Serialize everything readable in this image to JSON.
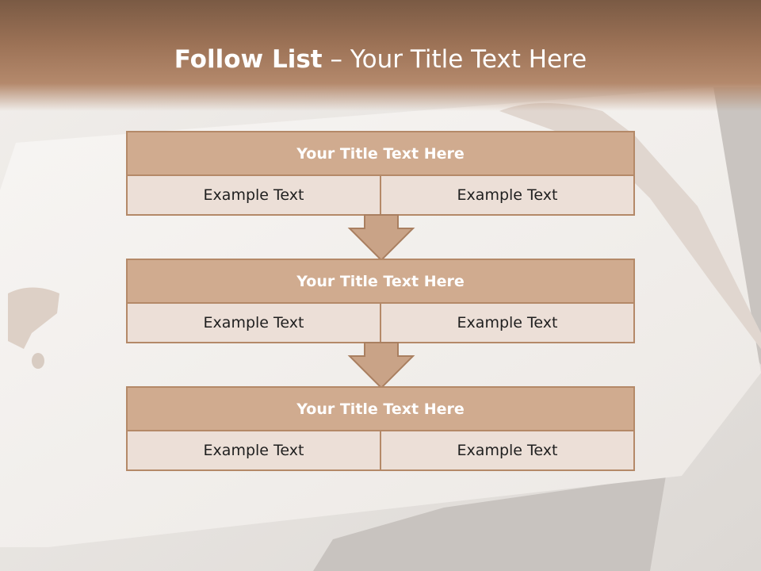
{
  "slide": {
    "title_bold": "Follow List",
    "title_rest": " – Your Title Text Here"
  },
  "blocks": [
    {
      "title": "Your Title Text Here",
      "left": "Example Text",
      "right": "Example Text"
    },
    {
      "title": "Your Title Text Here",
      "left": "Example Text",
      "right": "Example Text"
    },
    {
      "title": "Your Title Text Here",
      "left": "Example Text",
      "right": "Example Text"
    }
  ],
  "colors": {
    "header": "#9c7256",
    "block_title": "#d0ab8f",
    "block_border": "#b48968",
    "cell": "#ecdfd7"
  }
}
